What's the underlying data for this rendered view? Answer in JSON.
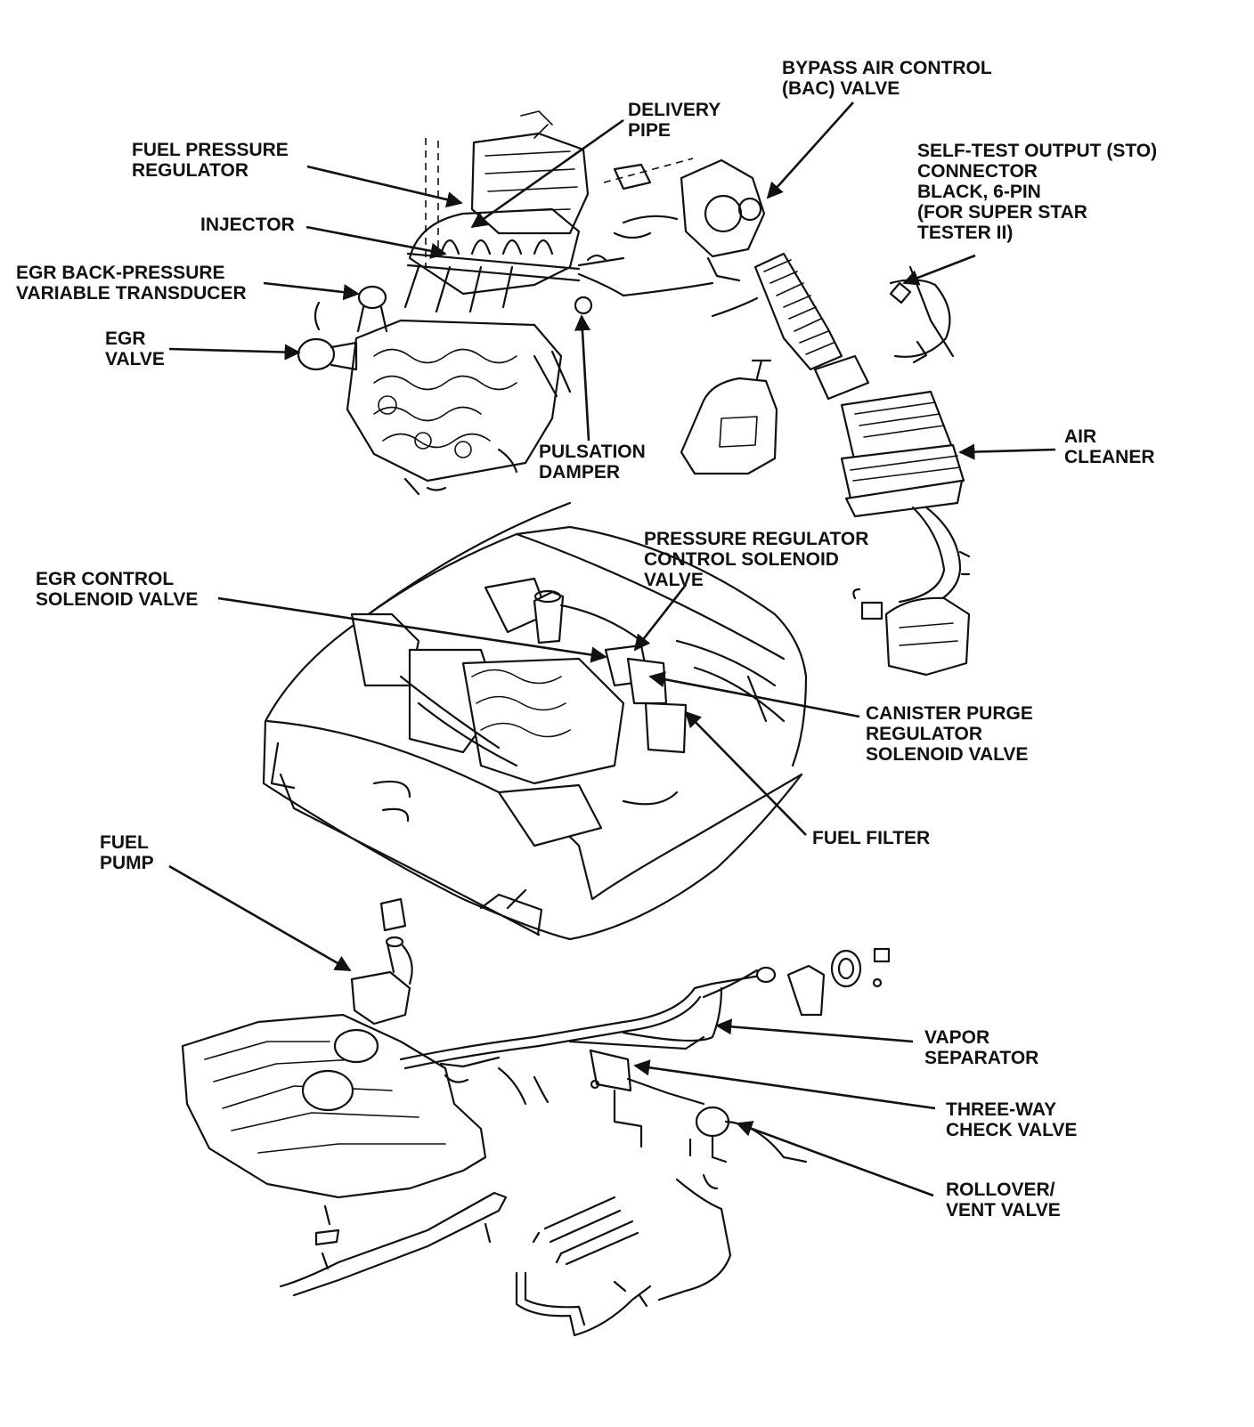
{
  "labels": {
    "bypass_air": [
      "BYPASS AIR CONTROL",
      "(BAC) VALVE"
    ],
    "delivery_pipe": [
      "DELIVERY",
      "PIPE"
    ],
    "self_test": [
      "SELF-TEST OUTPUT (STO)",
      "CONNECTOR",
      "BLACK, 6-PIN",
      "(FOR SUPER STAR",
      "TESTER II)"
    ],
    "fuel_pressure_regulator": [
      "FUEL PRESSURE",
      "REGULATOR"
    ],
    "injector": [
      "INJECTOR"
    ],
    "egr_bp_transducer": [
      "EGR BACK-PRESSURE",
      "VARIABLE TRANSDUCER"
    ],
    "egr_valve": [
      "EGR",
      "VALVE"
    ],
    "pulsation_damper": [
      "PULSATION",
      "DAMPER"
    ],
    "air_cleaner": [
      "AIR",
      "CLEANER"
    ],
    "pressure_reg_solenoid": [
      "PRESSURE REGULATOR",
      "CONTROL SOLENOID",
      "VALVE"
    ],
    "egr_control_solenoid": [
      "EGR CONTROL",
      "SOLENOID VALVE"
    ],
    "canister_purge": [
      "CANISTER PURGE",
      "REGULATOR",
      "SOLENOID VALVE"
    ],
    "fuel_filter": [
      "FUEL FILTER"
    ],
    "fuel_pump": [
      "FUEL",
      "PUMP"
    ],
    "vapor_separator": [
      "VAPOR",
      "SEPARATOR"
    ],
    "three_way_check": [
      "THREE-WAY",
      "CHECK VALVE"
    ],
    "rollover_vent": [
      "ROLLOVER/",
      "VENT VALVE"
    ]
  }
}
